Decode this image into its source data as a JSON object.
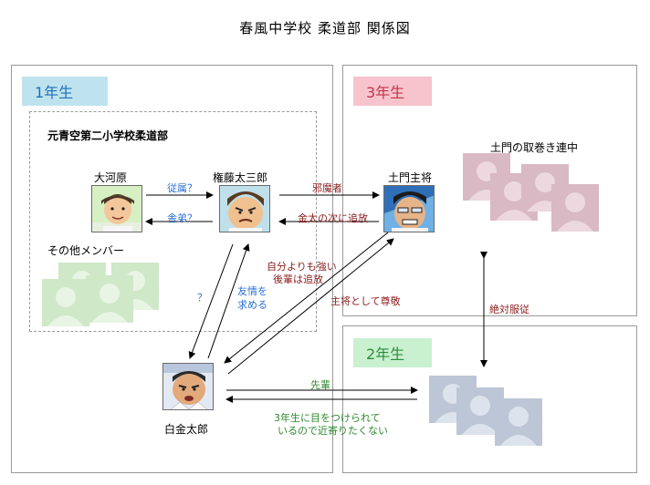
{
  "title": "春風中学校 柔道部 関係図",
  "grades": {
    "year1": "1年生",
    "year3": "3年生",
    "year2": "2年生"
  },
  "groups": {
    "aozora": "元青空第二小学校柔道部",
    "others": "その他メンバー",
    "domon_gang": "土門の取巻き連中"
  },
  "people": {
    "okawara": "大河原",
    "gondo": "権藤太三郎",
    "domon": "土門主将",
    "shirogane": "白金太郎"
  },
  "relations": {
    "follower": "従属？",
    "younger_brother": "舎弟？",
    "nuisance": "邪魔者",
    "next_target": "金太の次に追放",
    "stronger_expelled_1": "自分よりも強い",
    "stronger_expelled_2": "後輩は追放",
    "respect_captain": "主将として尊敬",
    "question": "？",
    "friendship_1": "友情を",
    "friendship_2": "求める",
    "absolute_obedience": "絶対服従",
    "senpai": "先輩",
    "avoid_1": "3年生に目をつけられて",
    "avoid_2": "いるので近寄りたくない"
  },
  "colors": {
    "year1_badge": "#bfe3ee",
    "year3_badge": "#f7c4cd",
    "year2_badge": "#c9f0cf",
    "year1_placeholder": "#cfe8c8",
    "year3_placeholder": "#d9b9c3",
    "year2_placeholder": "#bcc6d6"
  }
}
